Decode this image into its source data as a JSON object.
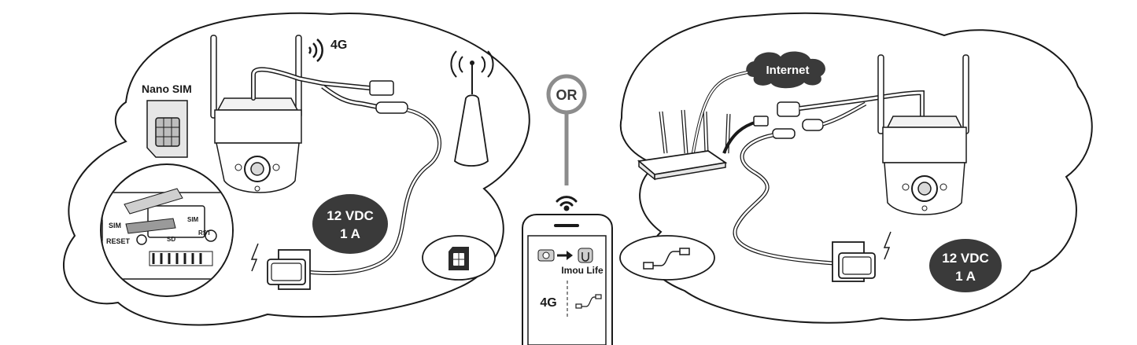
{
  "left_scene": {
    "network_label": "4G",
    "sim_card_label": "Nano SIM",
    "slot_labels": {
      "sim_left": "SIM",
      "reset": "RESET",
      "sim_right": "SIM",
      "sd": "SD",
      "rst": "RST"
    },
    "power_label": {
      "line1": "12 VDC",
      "line2": "1 A"
    }
  },
  "center": {
    "or_label": "OR",
    "phone": {
      "app_name": "Imou Life",
      "mode_4g": "4G"
    }
  },
  "right_scene": {
    "internet_label": "Internet",
    "power_label": {
      "line1": "12 VDC",
      "line2": "1 A"
    }
  },
  "colors": {
    "line": "#1a1a1a",
    "bubble_fill": "#3a3a3a",
    "or_circle": "#8c8c8c",
    "white": "#ffffff"
  }
}
